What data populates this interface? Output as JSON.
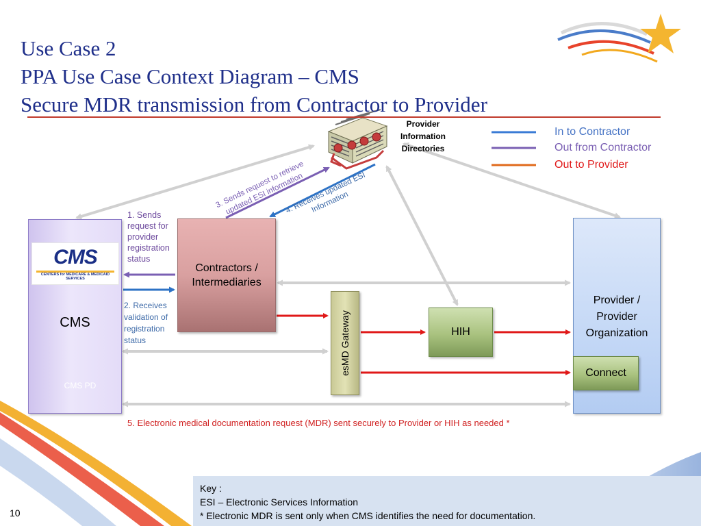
{
  "title": {
    "line1": "Use Case 2",
    "line2": "PPA Use Case Context Diagram – CMS",
    "line3": "Secure MDR transmission from Contractor to Provider"
  },
  "legend": {
    "items": [
      {
        "label": "In to Contractor",
        "color": "#3a7bd5"
      },
      {
        "label": "Out from Contractor",
        "color": "#7a5fb3"
      },
      {
        "label": "Out to Provider",
        "color": "#e06a1b"
      }
    ],
    "label_colors": [
      "#4472c4",
      "#7a5fb3",
      "#e01818"
    ]
  },
  "directories": {
    "line1": "Provider",
    "line2": "Information",
    "line3": "Directories",
    "icon": "server-rack-icon"
  },
  "nodes": {
    "cms": "CMS",
    "cms_logo": "CMS",
    "cms_logo_sub": "CENTERS for MEDICARE & MEDICAID SERVICES",
    "cms_pd": "CMS PD",
    "contractors_line1": "Contractors /",
    "contractors_line2": "Intermediaries",
    "esmd": "esMD Gateway",
    "hih": "HIH",
    "provider_line1": "Provider /",
    "provider_line2": "Provider",
    "provider_line3": "Organization",
    "connect": "Connect"
  },
  "steps": {
    "s1_l1": "1. Sends",
    "s1_l2": "request for",
    "s1_l3": "provider",
    "s1_l4": "registration",
    "s1_l5": "status",
    "s2_l1": "2. Receives",
    "s2_l2": "validation of",
    "s2_l3": "registration",
    "s2_l4": "status",
    "s3_l1": "3. Sends request to retrieve",
    "s3_l2": "updated ESI information",
    "s4_l1": "4. Receives updated  ESI",
    "s4_l2": "Information",
    "s5": "5. Electronic medical documentation request (MDR) sent securely to Provider or HIH as needed *"
  },
  "key": {
    "heading": "Key :",
    "line1": "ESI – Electronic Services Information",
    "line2": "* Electronic MDR is sent only when CMS identifies the need for documentation."
  },
  "page_number": "10",
  "colors": {
    "title": "#1f2f8a",
    "rule": "#c0392b",
    "red_arrow": "#e01818",
    "gray_arrow": "#d0d0d0",
    "key_bg": "#d7e2f1"
  }
}
